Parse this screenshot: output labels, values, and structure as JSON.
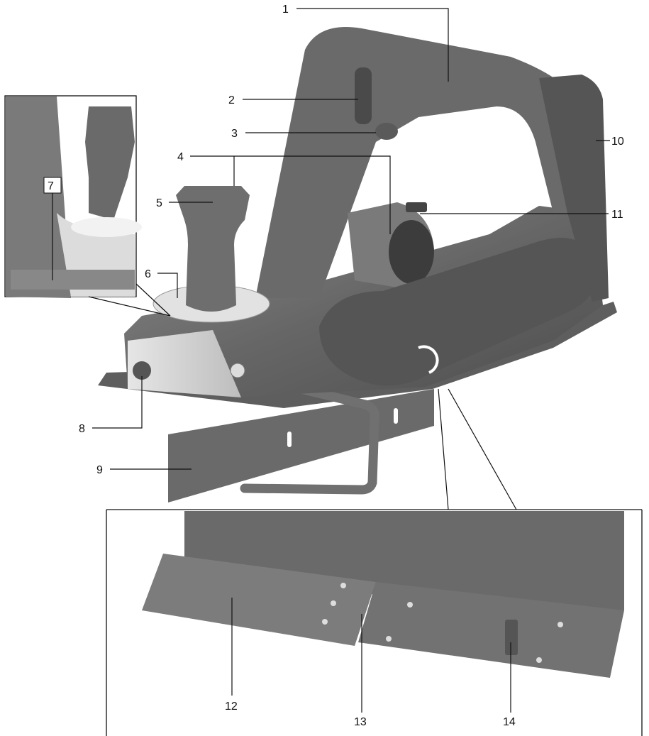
{
  "diagram": {
    "callouts": [
      {
        "id": "1",
        "label": "1"
      },
      {
        "id": "2",
        "label": "2"
      },
      {
        "id": "3",
        "label": "3"
      },
      {
        "id": "4",
        "label": "4"
      },
      {
        "id": "5",
        "label": "5"
      },
      {
        "id": "6",
        "label": "6"
      },
      {
        "id": "7",
        "label": "7"
      },
      {
        "id": "8",
        "label": "8"
      },
      {
        "id": "9",
        "label": "9"
      },
      {
        "id": "10",
        "label": "10"
      },
      {
        "id": "11",
        "label": "11"
      },
      {
        "id": "12",
        "label": "12"
      },
      {
        "id": "13",
        "label": "13"
      },
      {
        "id": "14",
        "label": "14"
      }
    ],
    "colors": {
      "body_dark": "#5a5a5a",
      "body_mid": "#6b6b6b",
      "body_light": "#8a8a8a",
      "highlight": "#d9d9d9",
      "line": "#111111",
      "background": "#ffffff"
    }
  }
}
